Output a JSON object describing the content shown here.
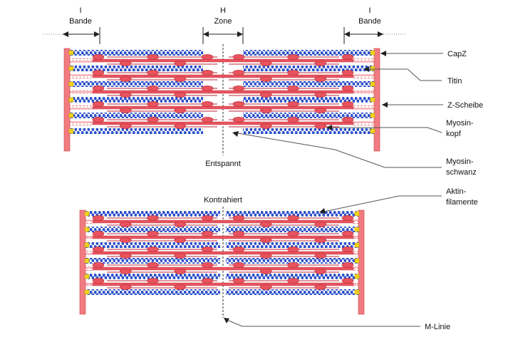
{
  "labels": {
    "i_band_left_1": "I",
    "i_band_left_2": "Bande",
    "h_zone_1": "H",
    "h_zone_2": "Zone",
    "i_band_right_1": "I",
    "i_band_right_2": "Bande",
    "relaxed": "Entspannt",
    "contracted": "Kontrahiert",
    "capz": "CapZ",
    "titin": "Titin",
    "z_disc": "Z-Scheibe",
    "myosin_head_1": "Myosin-",
    "myosin_head_2": "kopf",
    "myosin_tail_1": "Myosin-",
    "myosin_tail_2": "schwanz",
    "actin_1": "Aktin-",
    "actin_2": "filamente",
    "m_line": "M-Linie"
  },
  "colors": {
    "actin": "#2a52d6",
    "actin_dark": "#1a3aa8",
    "myosin": "#e8545e",
    "myosin_dark": "#b82a36",
    "z_disc": "#f07b80",
    "capz": "#f2d21b",
    "line": "#555555"
  }
}
